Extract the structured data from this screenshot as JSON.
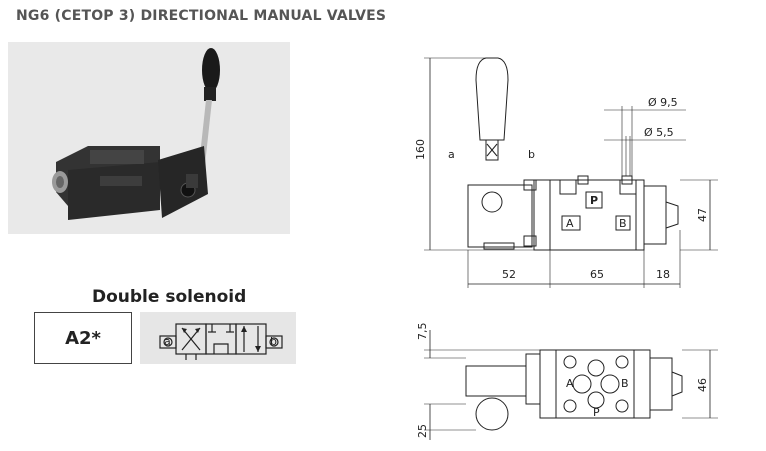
{
  "title": "NG6 (CETOP 3) DIRECTIONAL MANUAL VALVES",
  "subtitle": "Double solenoid",
  "code": "A2*",
  "symbol": {
    "port_left": "a",
    "port_right": "b"
  },
  "drawing": {
    "labels": {
      "side_a": "a",
      "side_b": "b",
      "port_p": "P",
      "port_a": "A",
      "port_b": "B"
    },
    "dimensions": {
      "height_total": "160",
      "diameter_large": "Ø 9,5",
      "diameter_small": "Ø 5,5",
      "height_body": "47",
      "width_left": "52",
      "width_mid": "65",
      "width_right": "18",
      "offset_top": "7,5",
      "width_plan": "46",
      "offset_bottom": "25"
    },
    "plan_ports": {
      "a": "A",
      "b": "B",
      "p": "P"
    }
  },
  "colors": {
    "title": "#555555",
    "line": "#222222",
    "photo_bg": "#e9e9e9",
    "valve_body": "#2a2a2a"
  }
}
